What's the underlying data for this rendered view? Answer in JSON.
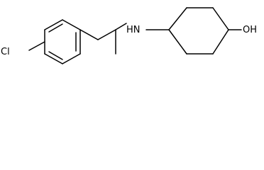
{
  "structure": {
    "atoms": {
      "chlorine": "Cl",
      "amine": "HN",
      "hydroxyl": "OH"
    }
  },
  "colors": {
    "bond": "#000000",
    "label": "#000000",
    "background": "#ffffff"
  }
}
